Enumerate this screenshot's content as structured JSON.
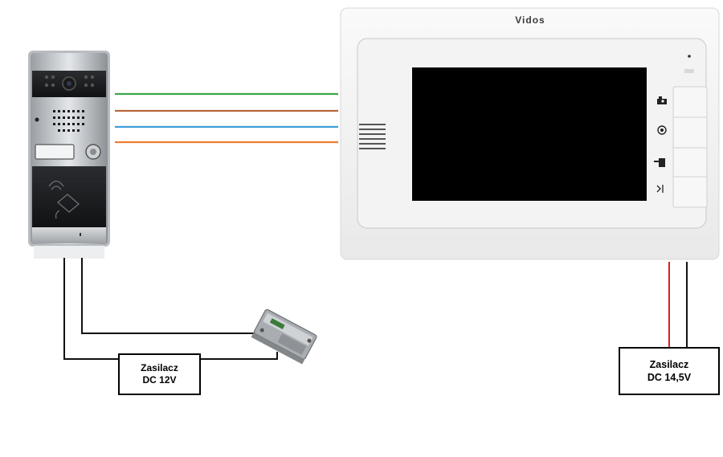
{
  "monitor": {
    "brand": "Vidos"
  },
  "power_supply_lock": {
    "line1": "Zasilacz",
    "line2": "DC 12V"
  },
  "power_supply_monitor": {
    "line1": "Zasilacz",
    "line2": "DC 14,5V"
  },
  "wire_colors": {
    "green": "#3aa64a",
    "brown": "#b5683a",
    "blue": "#3d9ed8",
    "orange": "#ee7d2e",
    "black": "#111111",
    "red": "#d62020"
  },
  "icons": {
    "monitor_buttons": [
      "camera-icon",
      "intercom-icon",
      "door-unlock-icon",
      "gate-icon"
    ]
  }
}
